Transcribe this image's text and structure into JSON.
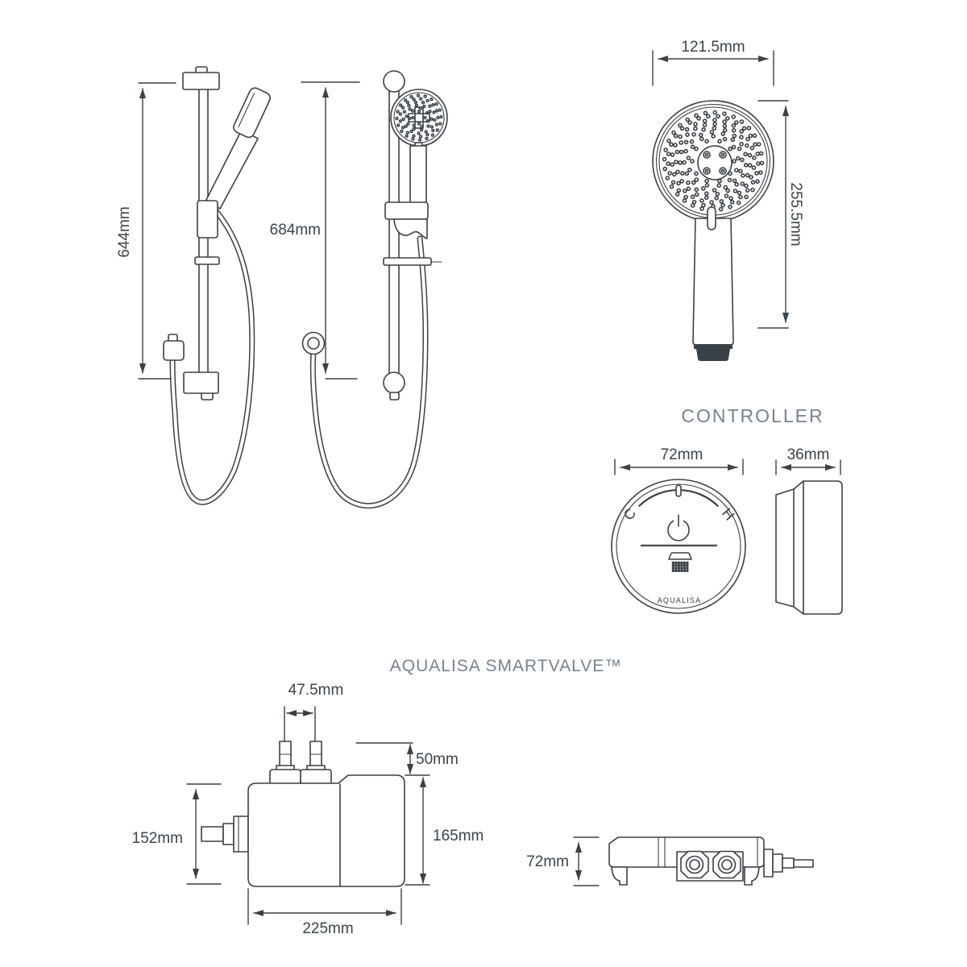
{
  "page": {
    "bg": "#ffffff",
    "line_color": "#3a4147",
    "dim_text_color": "#39444c",
    "title_color": "#76838f"
  },
  "rail": {
    "side_view_height": "644mm",
    "front_view_height": "684mm"
  },
  "handset": {
    "width": "121.5mm",
    "height": "255.5mm"
  },
  "controller": {
    "title": "CONTROLLER",
    "width": "72mm",
    "depth": "36mm",
    "cold_label": "C",
    "hot_label": "H",
    "brand": "AQUALISA",
    "icons": [
      "power-icon",
      "shower-spray-icon"
    ]
  },
  "smartvalve": {
    "title": "AQUALISA SMARTVALVE™",
    "inlet_spacing": "47.5mm",
    "inlet_height": "50mm",
    "body_height": "152mm",
    "overall_height": "165mm",
    "body_width": "225mm",
    "side_height": "72mm"
  }
}
